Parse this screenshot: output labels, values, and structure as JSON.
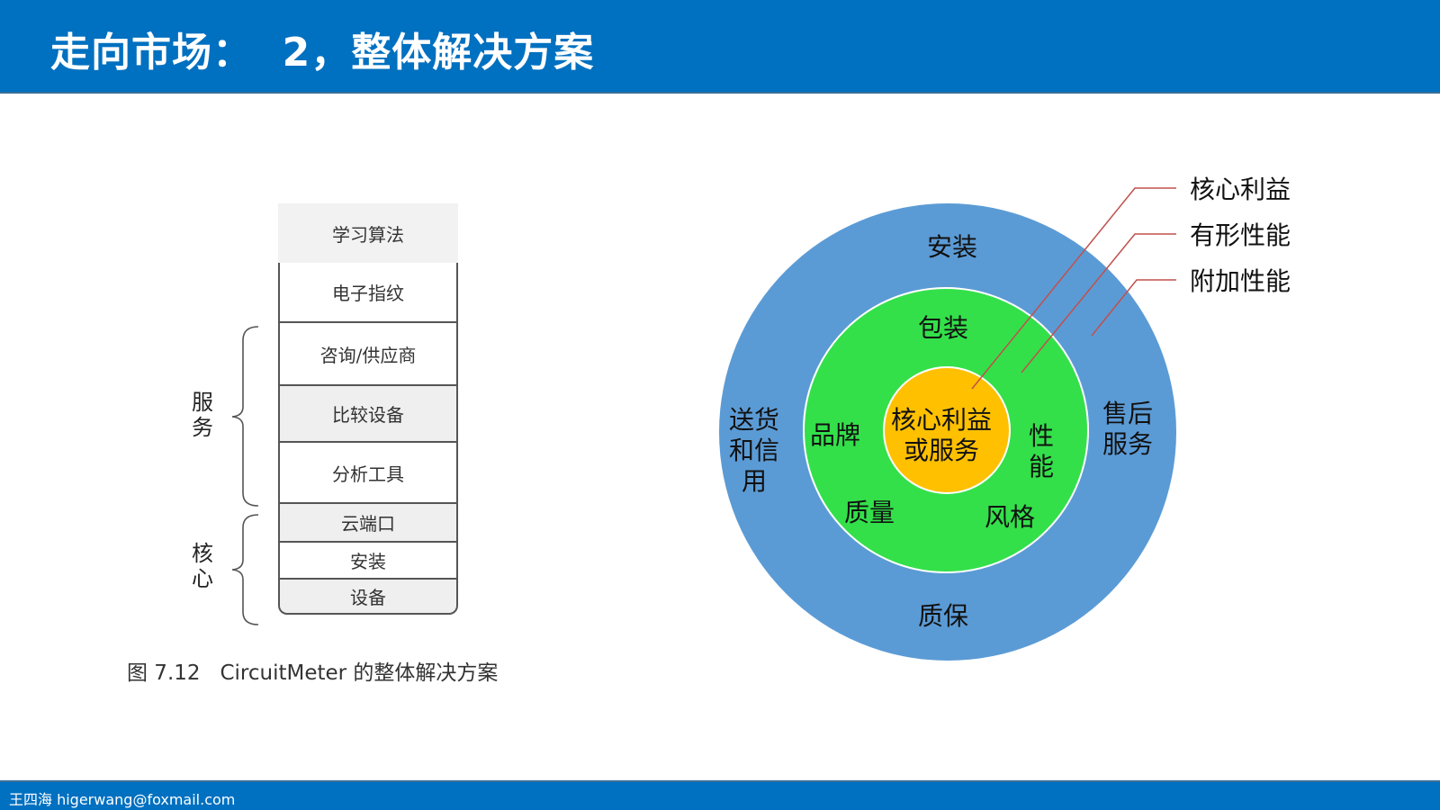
{
  "header": {
    "title": "走向市场：  2，整体解决方案",
    "background": "#0070C0"
  },
  "left_figure": {
    "layers": [
      {
        "label": "学习算法",
        "shaded": true
      },
      {
        "label": "电子指纹",
        "shaded": false
      },
      {
        "label": "咨询/供应商",
        "shaded": false
      },
      {
        "label": "比较设备",
        "shaded": true
      },
      {
        "label": "分析工具",
        "shaded": false
      },
      {
        "label": "云端口",
        "shaded": true
      },
      {
        "label": "安装",
        "shaded": false
      },
      {
        "label": "设备",
        "shaded": true
      }
    ],
    "braces": [
      {
        "label": "服\n务",
        "covers": [
          "咨询/供应商",
          "比较设备",
          "分析工具"
        ]
      },
      {
        "label": "核\n心",
        "covers": [
          "云端口",
          "安装",
          "设备"
        ]
      }
    ],
    "caption": "图 7.12   CircuitMeter 的整体解决方案"
  },
  "right_figure": {
    "colors": {
      "outer": "#5B9BD5",
      "middle": "#33E04A",
      "inner": "#FFC000",
      "leader_line": "#C0504D"
    },
    "outer_ring_labels": {
      "top": "安装",
      "left": "送货\n和信\n用",
      "right": "售后\n服务",
      "bottom": "质保"
    },
    "middle_ring_labels": {
      "top": "包装",
      "left": "品牌",
      "right": "性\n能",
      "bottom_left": "质量",
      "bottom_right": "风格"
    },
    "center_label": "核心利益\n或服务",
    "legend": [
      {
        "label": "核心利益",
        "points_to": "inner"
      },
      {
        "label": "有形性能",
        "points_to": "middle"
      },
      {
        "label": "附加性能",
        "points_to": "outer"
      }
    ]
  },
  "footer": {
    "text": "王四海 higerwang@foxmail.com"
  }
}
